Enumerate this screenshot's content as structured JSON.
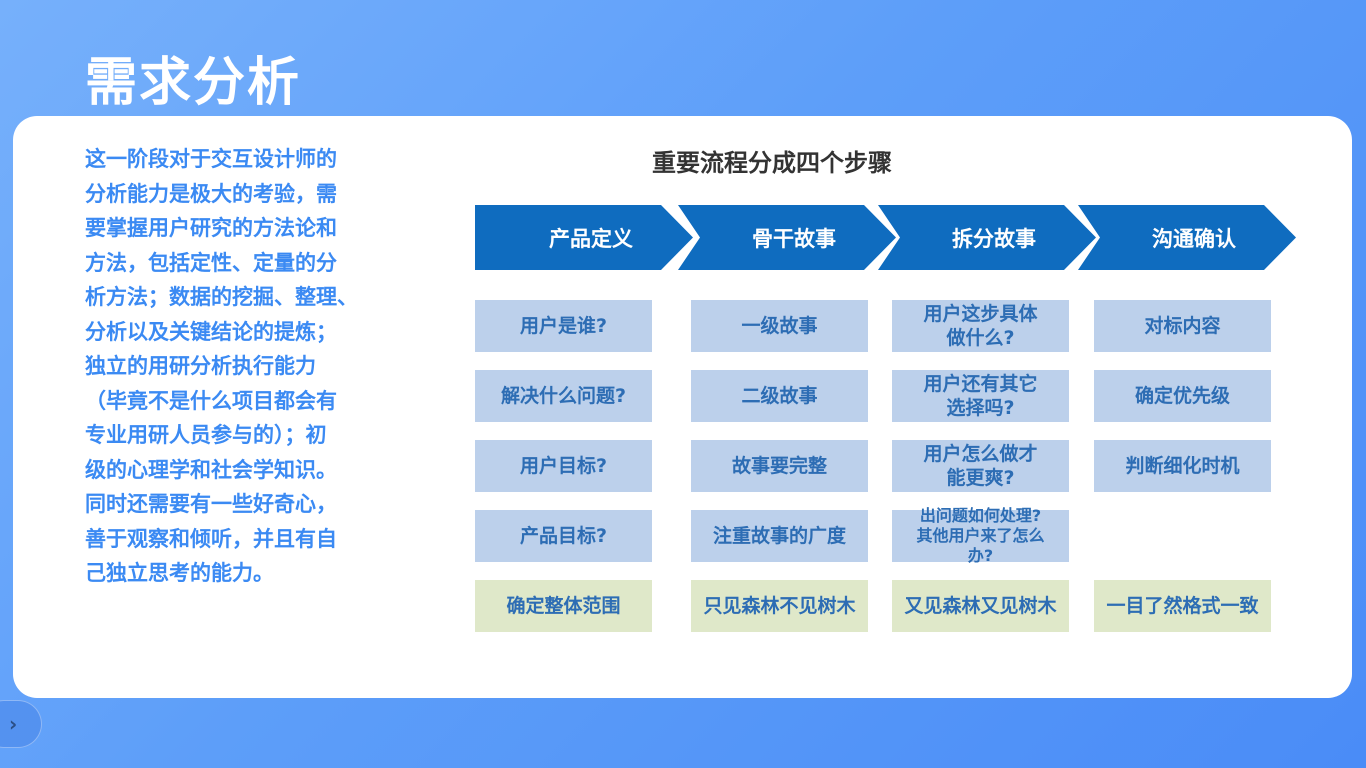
{
  "title": "需求分析",
  "description": [
    "这一阶段对于交互设计师的",
    "分析能力是极大的考验，需",
    "要掌握用户研究的方法论和",
    "方法，包括定性、定量的分",
    "析方法；数据的挖掘、整理、",
    "分析以及关键结论的提炼；",
    "独立的用研分析执行能力",
    "（毕竟不是什么项目都会有",
    "专业用研人员参与的）；初",
    "级的心理学和社会学知识。",
    "同时还需要有一些好奇心，",
    "善于观察和倾听，并且有自",
    "己独立思考的能力。"
  ],
  "figure": {
    "title": "重要流程分成四个步骤",
    "steps": [
      "产品定义",
      "骨干故事",
      "拆分故事",
      "沟通确认"
    ],
    "columns": [
      [
        "用户是谁?",
        "解决什么问题?",
        "用户目标?",
        "产品目标?",
        "确定整体范围"
      ],
      [
        "一级故事",
        "二级故事",
        "故事要完整",
        "注重故事的广度",
        "只见森林不见树木"
      ],
      [
        "用户这步具体\n做什么?",
        "用户还有其它\n选择吗?",
        "用户怎么做才\n能更爽?",
        "出问题如何处理?\n其他用户来了怎么\n办?",
        "又见森林又见树木"
      ],
      [
        "对标内容",
        "确定优先级",
        "判断细化时机",
        "",
        "一目了然格式一致"
      ]
    ]
  },
  "nav": {
    "next_icon": "›"
  }
}
